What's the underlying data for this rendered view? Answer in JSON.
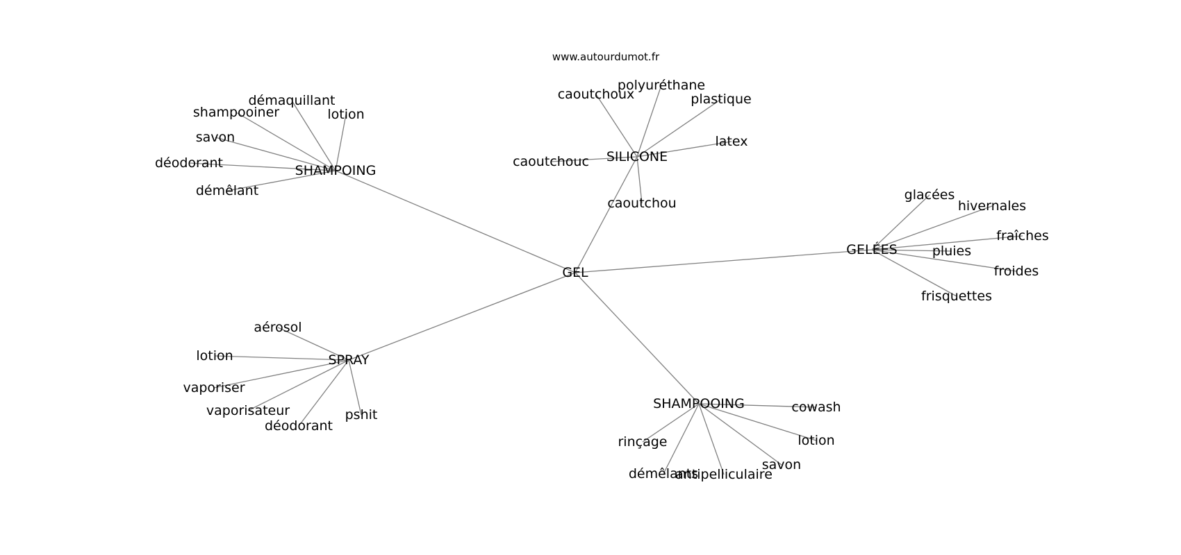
{
  "source_text": "www.autourdumot.fr",
  "center": "GEL",
  "clusters": [
    {
      "hub": "SHAMPOING",
      "leaves": [
        "démaquillant",
        "shampooiner",
        "lotion",
        "savon",
        "déodorant",
        "démêlant"
      ]
    },
    {
      "hub": "SILICONE",
      "leaves": [
        "polyuréthane",
        "caoutchoux",
        "plastique",
        "latex",
        "caoutchouc",
        "caoutchou"
      ]
    },
    {
      "hub": "GELÉES",
      "leaves": [
        "glacées",
        "hivernales",
        "fraîches",
        "pluies",
        "froides",
        "frisquettes"
      ]
    },
    {
      "hub": "SPRAY",
      "leaves": [
        "aérosol",
        "lotion",
        "vaporiser",
        "vaporisateur",
        "déodorant",
        "pshit"
      ]
    },
    {
      "hub": "SHAMPOOING",
      "leaves": [
        "cowash",
        "rinçage",
        "lotion",
        "savon",
        "démêlants",
        "antipelliculaire"
      ]
    }
  ],
  "colors": {
    "edge": "#808080",
    "text": "#000000",
    "background": "#ffffff"
  }
}
